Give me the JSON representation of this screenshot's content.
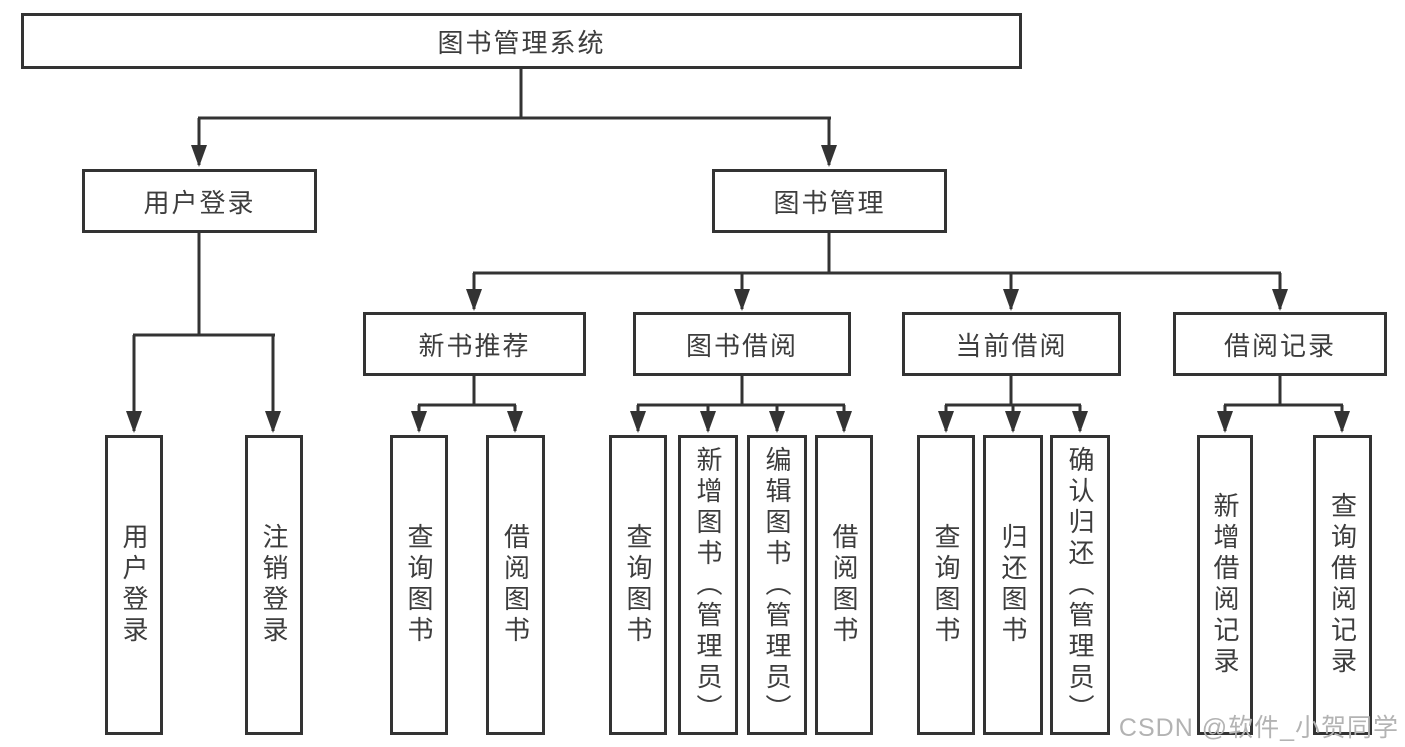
{
  "tree": {
    "label": "图书管理系统",
    "children": [
      {
        "label": "用户登录",
        "children": [
          {
            "label": "用户登录"
          },
          {
            "label": "注销登录"
          }
        ]
      },
      {
        "label": "图书管理",
        "children": [
          {
            "label": "新书推荐",
            "children": [
              {
                "label": "查询图书"
              },
              {
                "label": "借阅图书"
              }
            ]
          },
          {
            "label": "图书借阅",
            "children": [
              {
                "label": "查询图书"
              },
              {
                "label": "新增图书（管理员）"
              },
              {
                "label": "编辑图书（管理员）"
              },
              {
                "label": "借阅图书"
              }
            ]
          },
          {
            "label": "当前借阅",
            "children": [
              {
                "label": "查询图书"
              },
              {
                "label": "归还图书"
              },
              {
                "label": "确认归还（管理员）"
              }
            ]
          },
          {
            "label": "借阅记录",
            "children": [
              {
                "label": "新增借阅记录"
              },
              {
                "label": "查询借阅记录"
              }
            ]
          }
        ]
      }
    ]
  },
  "watermark": "CSDN @软件_小贺同学",
  "colors": {
    "line": "#333333",
    "box_border": "#333333",
    "text": "#3d3d3d",
    "watermark": "#b3b3b3",
    "background": "#ffffff"
  }
}
